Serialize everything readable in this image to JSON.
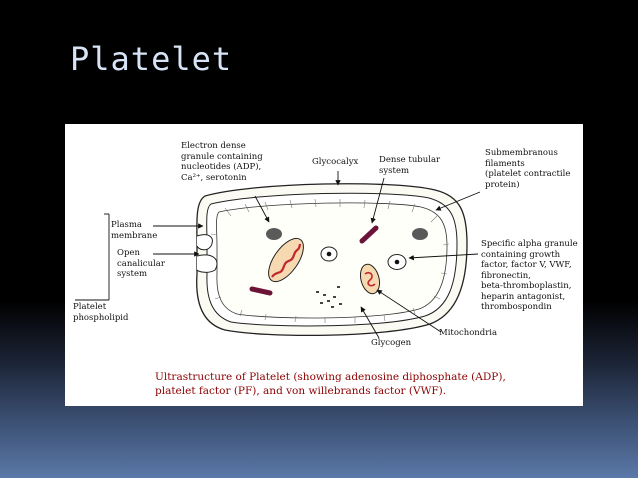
{
  "slide": {
    "title": "Platelet"
  },
  "diagram": {
    "labels": {
      "electron_dense": "Electron dense\ngranule containing\nnucleotides (ADP),\nCa²⁺, serotonin",
      "glycocalyx": "Glycocalyx",
      "dense_tubular": "Dense tubular\nsystem",
      "submembranous": "Submembranous\nfilaments\n(platelet contractile\nprotein)",
      "plasma_membrane": "Plasma\nmembrane",
      "open_canalicular": "Open\ncanalicular\nsystem",
      "platelet_phospholipid": "Platelet\nphospholipid",
      "specific_alpha": "Specific alpha granule\ncontaining growth\nfactor, factor V, VWF,\nfibronectin,\nbeta-thromboplastin,\nheparin antagonist,\nthrombospondin",
      "mitochondria": "Mitochondria",
      "glycogen": "Glycogen"
    },
    "caption": "Ultrastructure of Platelet (showing adenosine diphosphate (ADP),\nplatelet factor (PF), and von willebrands factor (VWF)."
  },
  "colors": {
    "caption": "#8b0000",
    "granule_dark": "#555555",
    "tubular": "#6b1438",
    "mito_fill": "#f6d9b0",
    "mito_crista": "#c0282f"
  }
}
